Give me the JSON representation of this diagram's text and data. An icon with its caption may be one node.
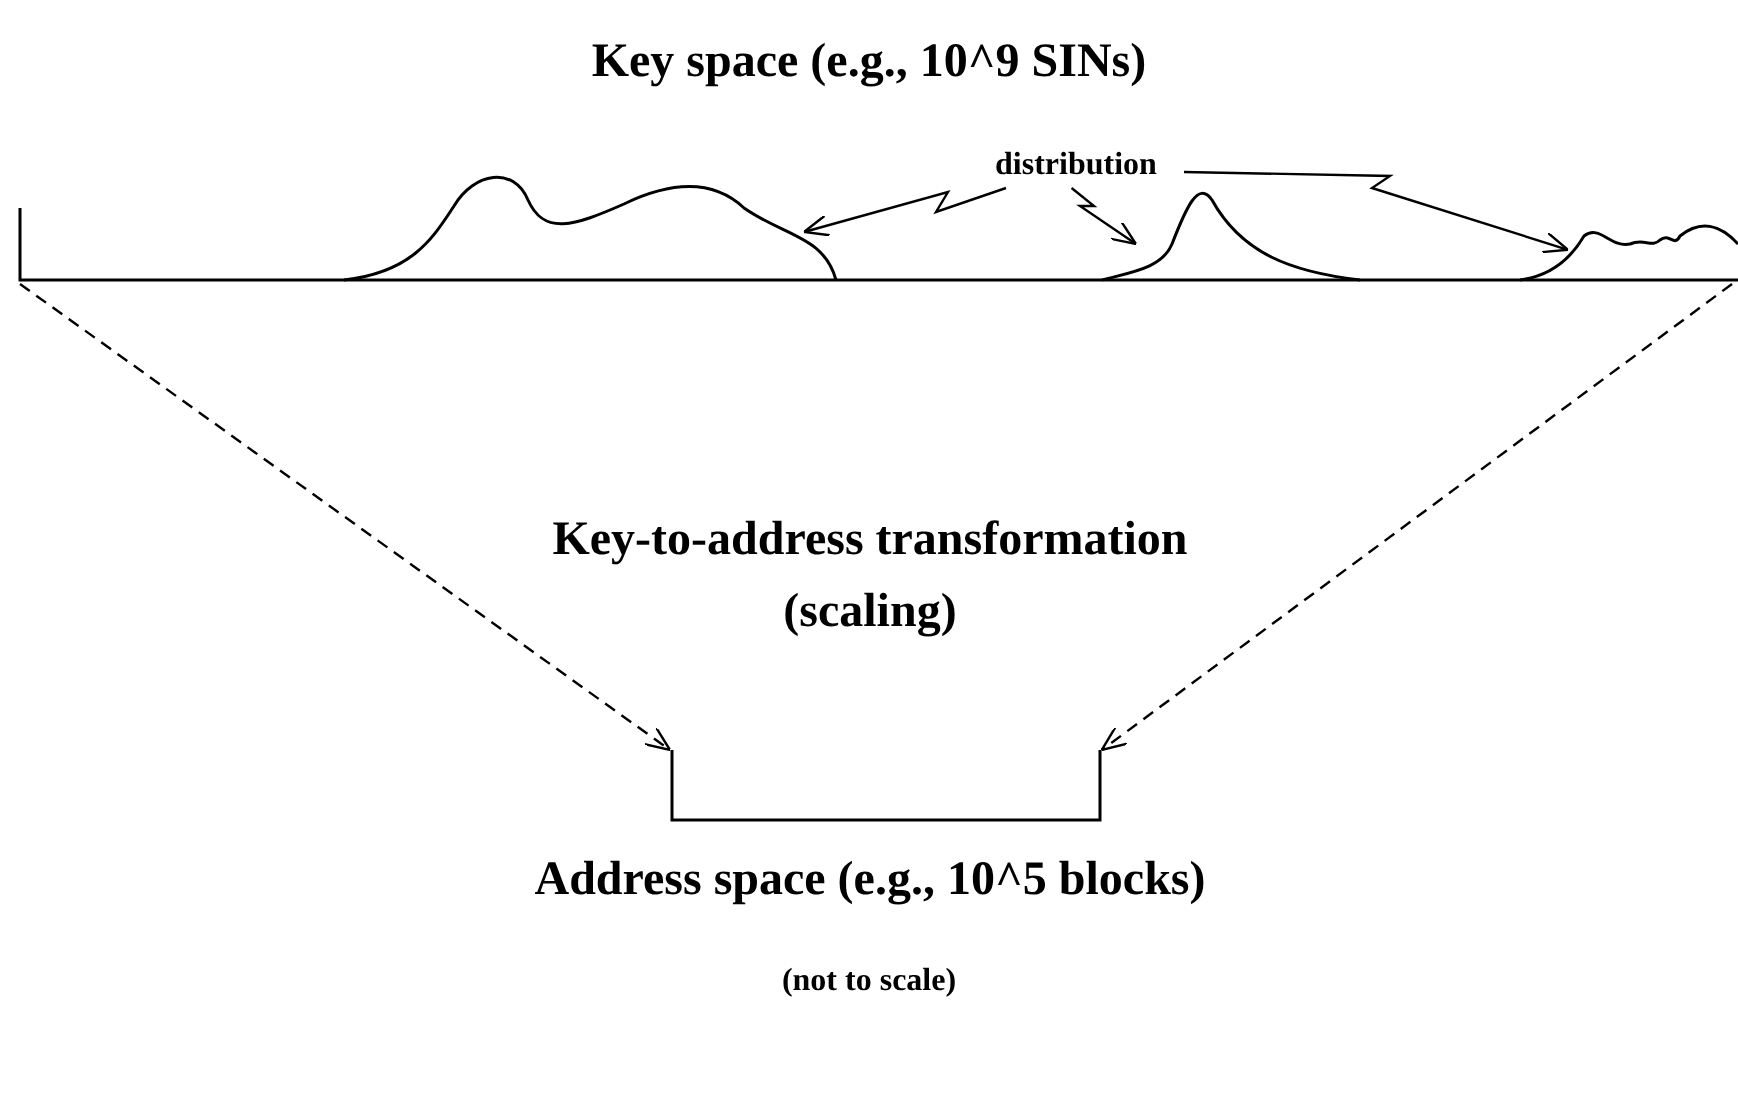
{
  "diagram": {
    "caption": "(not to scale)",
    "nodes": [
      {
        "text": [
          "Key space (e.g., 10^9 SINs)"
        ]
      },
      {
        "text": [
          "distribution"
        ],
        "in": 0
      },
      {
        "text": [],
        "shape": "curve",
        "in": 0
      },
      {
        "text": [],
        "shape": "curve",
        "in": 0
      },
      {
        "text": [],
        "shape": "curve",
        "in": 0
      },
      {
        "text": [
          "Address space (e.g., 10^5 blocks)"
        ]
      }
    ],
    "edges": [
      {
        "from": 1,
        "to": 2,
        "arrow": "to"
      },
      {
        "from": 1,
        "to": 3,
        "arrow": "to"
      },
      {
        "from": 1,
        "to": 4,
        "arrow": "to"
      },
      {
        "from": 0,
        "to": 5,
        "arrow": "to",
        "style": "dashed"
      },
      {
        "from": 0,
        "to": 5,
        "arrow": "to",
        "style": "dashed"
      }
    ],
    "labels": [
      "Key-to-address transformation (scaling)"
    ]
  }
}
